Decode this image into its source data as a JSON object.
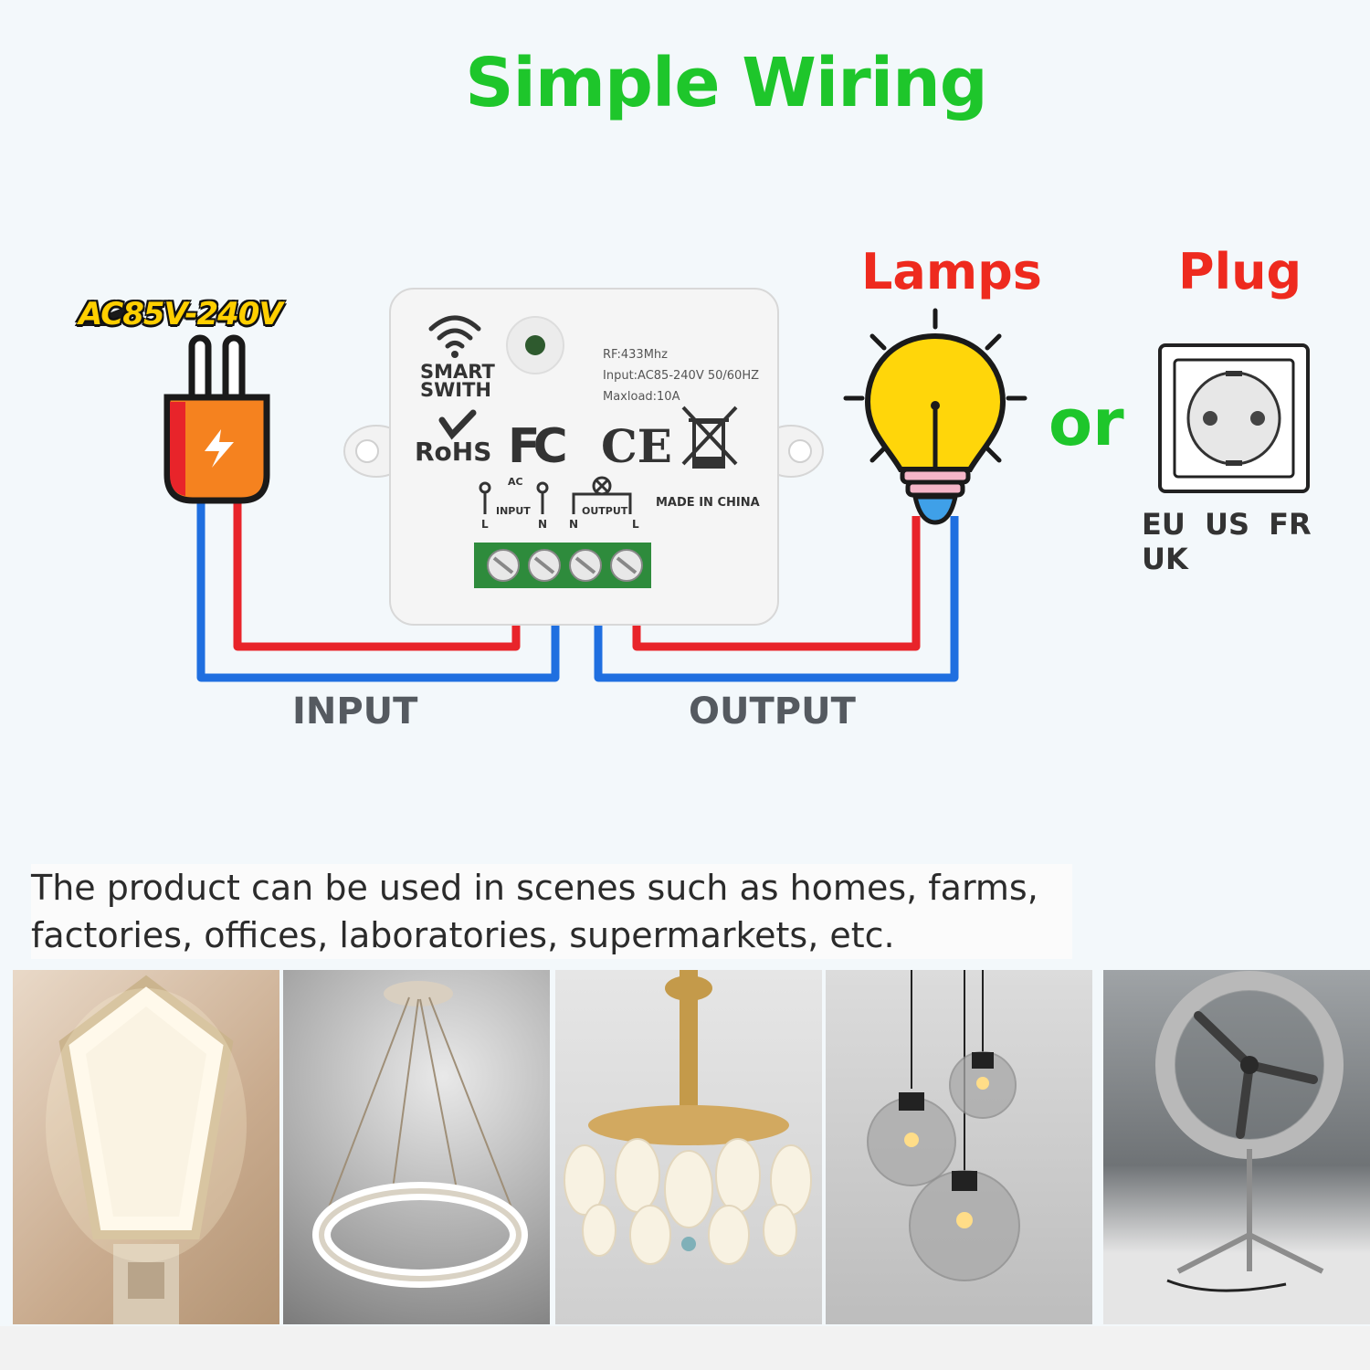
{
  "title": "Simple Wiring",
  "power": {
    "voltage": "AC85V-240V"
  },
  "device": {
    "brand_line1": "SMART",
    "brand_line2": "SWITH",
    "specs": [
      "RF:433Mhz",
      "Input:AC85-240V 50/60HZ",
      "Maxload:10A"
    ],
    "cert_rohs": "RoHS",
    "cert_fc": "FC",
    "cert_ce": "CE",
    "terminal_ac": "AC",
    "terminal_input": "INPUT",
    "terminal_output": "OUTPUT",
    "terminal_l": "L",
    "terminal_n": "N",
    "made_in": "MADE IN CHINA"
  },
  "loads": {
    "lamps": "Lamps",
    "or": "or",
    "plug": "Plug",
    "plug_types": "EU US FR UK"
  },
  "wires": {
    "input": "INPUT",
    "output": "OUTPUT"
  },
  "colors": {
    "live_wire": "#e8242a",
    "neutral_wire": "#1f6fe0",
    "title_green": "#1ec62b",
    "label_red": "#ee2a1e"
  },
  "description": {
    "line1": "The product can be used in scenes such as homes, farms,",
    "line2": "factories, offices, laboratories, supermarkets, etc."
  },
  "scenes": [
    "wall-lamp-photo",
    "ring-pendant-light-photo",
    "chandelier-fan-photo",
    "globe-pendant-lights-photo",
    "ring-fan-photo"
  ]
}
